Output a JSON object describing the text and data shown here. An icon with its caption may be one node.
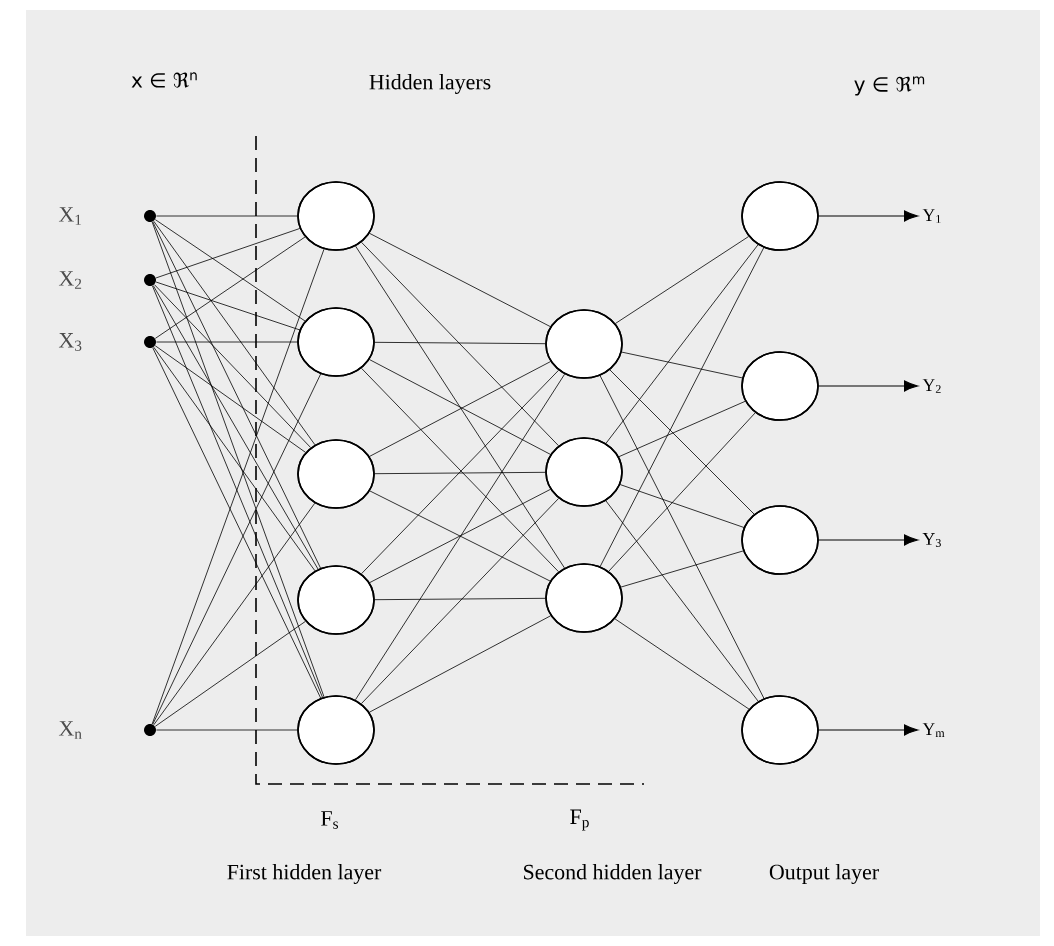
{
  "diagram": {
    "nodes": [
      {
        "text": [],
        "shape": "circle",
        "beside": [
          "X$_{1}$"
        ]
      },
      {
        "text": [],
        "shape": "circle",
        "beside": [
          "X$_{2}$"
        ]
      },
      {
        "text": [],
        "shape": "circle",
        "beside": [
          "X$_{3}$"
        ]
      },
      {
        "text": [],
        "shape": "circle",
        "beside": [
          "X$_{n}$"
        ]
      },
      {
        "text": [],
        "shape": "circle"
      },
      {
        "text": [],
        "shape": "circle"
      },
      {
        "text": [],
        "shape": "circle"
      },
      {
        "text": [],
        "shape": "circle"
      },
      {
        "text": [],
        "shape": "circle"
      },
      {
        "text": [],
        "shape": "circle"
      },
      {
        "text": [],
        "shape": "circle"
      },
      {
        "text": [],
        "shape": "circle"
      },
      {
        "text": [],
        "shape": "circle"
      },
      {
        "text": [],
        "shape": "circle"
      },
      {
        "text": [],
        "shape": "circle"
      },
      {
        "text": [],
        "shape": "circle"
      },
      {
        "text": [
          "Y$_{1}$"
        ]
      },
      {
        "text": [
          "Y$_{2}$"
        ]
      },
      {
        "text": [
          "Y$_{3}$"
        ]
      },
      {
        "text": [
          "Y$_{m}$"
        ]
      }
    ],
    "edges": [
      {
        "from": 0,
        "to": 4,
        "arrow": "none"
      },
      {
        "from": 0,
        "to": 5,
        "arrow": "none"
      },
      {
        "from": 0,
        "to": 6,
        "arrow": "none"
      },
      {
        "from": 0,
        "to": 7,
        "arrow": "none"
      },
      {
        "from": 0,
        "to": 8,
        "arrow": "none"
      },
      {
        "from": 1,
        "to": 4,
        "arrow": "none"
      },
      {
        "from": 1,
        "to": 5,
        "arrow": "none"
      },
      {
        "from": 1,
        "to": 6,
        "arrow": "none"
      },
      {
        "from": 1,
        "to": 7,
        "arrow": "none"
      },
      {
        "from": 1,
        "to": 8,
        "arrow": "none"
      },
      {
        "from": 2,
        "to": 4,
        "arrow": "none"
      },
      {
        "from": 2,
        "to": 5,
        "arrow": "none"
      },
      {
        "from": 2,
        "to": 6,
        "arrow": "none"
      },
      {
        "from": 2,
        "to": 7,
        "arrow": "none"
      },
      {
        "from": 2,
        "to": 8,
        "arrow": "none"
      },
      {
        "from": 3,
        "to": 4,
        "arrow": "none"
      },
      {
        "from": 3,
        "to": 5,
        "arrow": "none"
      },
      {
        "from": 3,
        "to": 6,
        "arrow": "none"
      },
      {
        "from": 3,
        "to": 7,
        "arrow": "none"
      },
      {
        "from": 3,
        "to": 8,
        "arrow": "none"
      },
      {
        "from": 4,
        "to": 9,
        "arrow": "none"
      },
      {
        "from": 4,
        "to": 10,
        "arrow": "none"
      },
      {
        "from": 4,
        "to": 11,
        "arrow": "none"
      },
      {
        "from": 5,
        "to": 9,
        "arrow": "none"
      },
      {
        "from": 5,
        "to": 10,
        "arrow": "none"
      },
      {
        "from": 5,
        "to": 11,
        "arrow": "none"
      },
      {
        "from": 6,
        "to": 9,
        "arrow": "none"
      },
      {
        "from": 6,
        "to": 10,
        "arrow": "none"
      },
      {
        "from": 6,
        "to": 11,
        "arrow": "none"
      },
      {
        "from": 7,
        "to": 9,
        "arrow": "none"
      },
      {
        "from": 7,
        "to": 10,
        "arrow": "none"
      },
      {
        "from": 7,
        "to": 11,
        "arrow": "none"
      },
      {
        "from": 8,
        "to": 9,
        "arrow": "none"
      },
      {
        "from": 8,
        "to": 10,
        "arrow": "none"
      },
      {
        "from": 8,
        "to": 11,
        "arrow": "none"
      },
      {
        "from": 9,
        "to": 12,
        "arrow": "none"
      },
      {
        "from": 9,
        "to": 13,
        "arrow": "none"
      },
      {
        "from": 9,
        "to": 14,
        "arrow": "none"
      },
      {
        "from": 9,
        "to": 15,
        "arrow": "none"
      },
      {
        "from": 10,
        "to": 12,
        "arrow": "none"
      },
      {
        "from": 10,
        "to": 13,
        "arrow": "none"
      },
      {
        "from": 10,
        "to": 14,
        "arrow": "none"
      },
      {
        "from": 10,
        "to": 15,
        "arrow": "none"
      },
      {
        "from": 11,
        "to": 12,
        "arrow": "none"
      },
      {
        "from": 11,
        "to": 13,
        "arrow": "none"
      },
      {
        "from": 11,
        "to": 14,
        "arrow": "none"
      },
      {
        "from": 11,
        "to": 15,
        "arrow": "none"
      },
      {
        "from": 12,
        "to": 16,
        "arrow": "to"
      },
      {
        "from": 13,
        "to": 17,
        "arrow": "to"
      },
      {
        "from": 14,
        "to": 18,
        "arrow": "to"
      },
      {
        "from": 15,
        "to": 19,
        "arrow": "to"
      }
    ],
    "labels": [
      "x ∈ ℜ$^{n}$",
      "Hidden layers",
      "y ∈ ℜ$^{m}$",
      "F$_{s}$",
      "F$_{p}$",
      "First hidden layer",
      "Second hidden layer",
      "Output layer"
    ]
  }
}
